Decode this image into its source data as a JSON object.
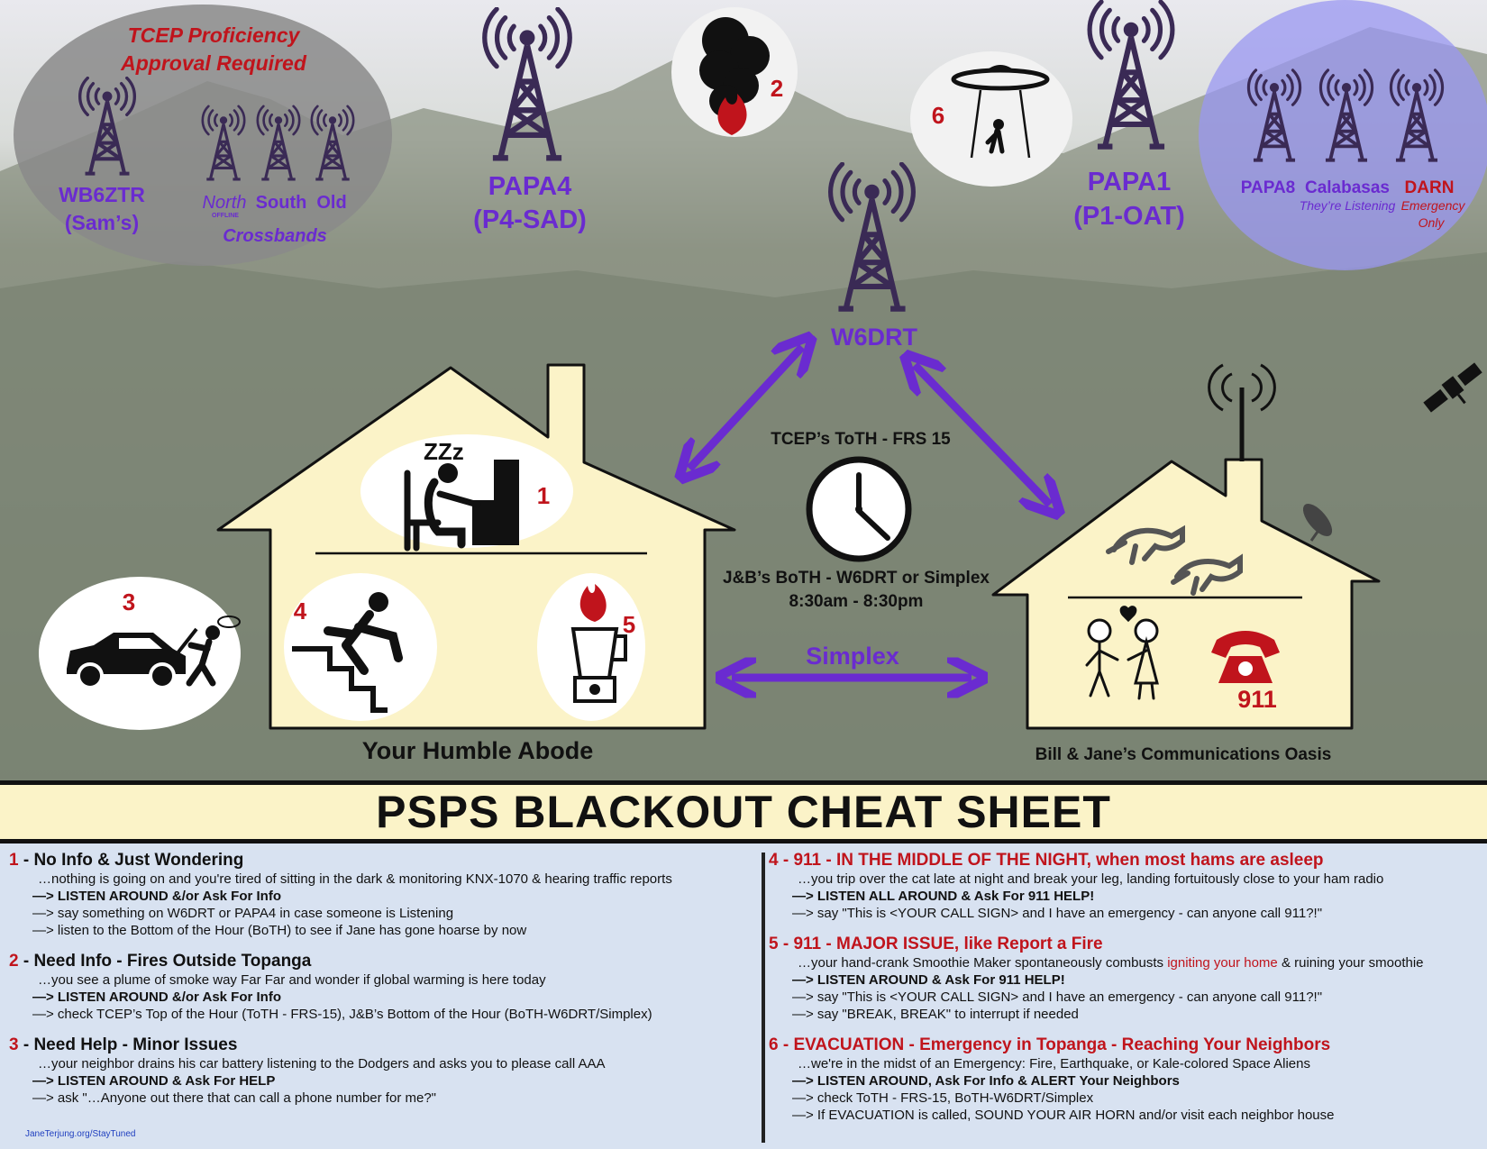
{
  "colors": {
    "purple": "#6a2bd0",
    "red": "#c0141c",
    "house": "#fbf3c8",
    "banner": "#fbf3c8",
    "panel": "#d8e2f1"
  },
  "top": {
    "tcep": {
      "line1": "TCEP Proficiency",
      "line2": "Approval Required",
      "wb6ztr": "WB6ZTR",
      "sams": "(Sam’s)",
      "north": "North",
      "offline": "OFFLINE",
      "south": "South",
      "old": "Old",
      "crossbands": "Crossbands"
    },
    "papa4": {
      "name": "PAPA4",
      "sub": "(P4-SAD)"
    },
    "papa1": {
      "name": "PAPA1",
      "sub": "(P1-OAT)"
    },
    "w6drt": "W6DRT",
    "right_group": {
      "papa8": "PAPA8",
      "calabasas": "Calabasas",
      "listening": "They’re Listening",
      "darn": "DARN",
      "emergency": "Emergency",
      "only": "Only"
    }
  },
  "middle": {
    "toth": "TCEP’s ToTH - FRS 15",
    "both": "J&B’s BoTH - W6DRT or Simplex",
    "hours": "8:30am - 8:30pm",
    "simplex": "Simplex",
    "home_label": "Your Humble Abode",
    "oasis_label": "Bill & Jane’s Communications Oasis",
    "n911": "911",
    "markers": {
      "m1": "1",
      "m2": "2",
      "m3": "3",
      "m4": "4",
      "m5": "5",
      "m6": "6"
    },
    "zzz": "ZZz"
  },
  "banner": "PSPS  BLACKOUT CHEAT SHEET",
  "sections": {
    "s1": {
      "num": "1",
      "title": " - No Info & Just Wondering",
      "l1": "…nothing is going on and you're tired of sitting in the dark & monitoring KNX-1070 & hearing traffic reports",
      "l2": "—> LISTEN AROUND &/or Ask For Info",
      "l3": "—> say something on W6DRT or PAPA4 in case someone is Listening",
      "l4": "—> listen to the Bottom of the Hour (BoTH) to see if Jane has gone hoarse by now"
    },
    "s2": {
      "num": "2",
      "title": " - Need Info - Fires Outside Topanga",
      "l1": "…you see a plume of smoke way Far Far and wonder if global warming is here today",
      "l2": "—> LISTEN AROUND &/or Ask For Info",
      "l3": "—> check TCEP’s Top of the Hour  (ToTH - FRS-15), J&B’s Bottom of the Hour (BoTH-W6DRT/Simplex)"
    },
    "s3": {
      "num": "3",
      "title": " - Need Help - Minor Issues",
      "l1": "…your neighbor drains his car battery listening to the Dodgers and asks you to please call AAA",
      "l2": "—> LISTEN AROUND & Ask For HELP",
      "l3": "—> ask \"…Anyone out there that can call a phone number for me?\""
    },
    "s4": {
      "title": "4 - 911 - IN THE MIDDLE OF THE NIGHT, when most hams are asleep",
      "l1": "…you trip over the cat late at night and break your leg, landing fortuitously close to your ham radio",
      "l2": "—> LISTEN ALL AROUND & Ask For 911 HELP!",
      "l3": "—> say \"This is <YOUR CALL SIGN> and I have an emergency  - can anyone call 911?!\""
    },
    "s5": {
      "title": "5 - 911 - MAJOR ISSUE, like Report a Fire",
      "l1a": "…your hand-crank Smoothie Maker spontaneously combusts ",
      "l1b": "igniting your home",
      "l1c": " & ruining your smoothie",
      "l2": "—> LISTEN AROUND & Ask For 911 HELP!",
      "l3": "—> say \"This is <YOUR CALL SIGN> and I have an emergency  - can anyone call 911?!\"",
      "l4": "—> say \"BREAK, BREAK\" to interrupt if needed"
    },
    "s6": {
      "title": "6 - EVACUATION - Emergency in Topanga - Reaching Your Neighbors",
      "l1": "…we're in the midst of an Emergency: Fire, Earthquake, or Kale-colored Space Aliens",
      "l2": "—> LISTEN AROUND, Ask For Info & ALERT Your Neighbors",
      "l3": "—> check ToTH - FRS-15, BoTH-W6DRT/Simplex",
      "l4": "—> If EVACUATION is called, SOUND YOUR AIR HORN and/or visit each neighbor house"
    }
  },
  "credit": "JaneTerjung.org/StayTuned"
}
